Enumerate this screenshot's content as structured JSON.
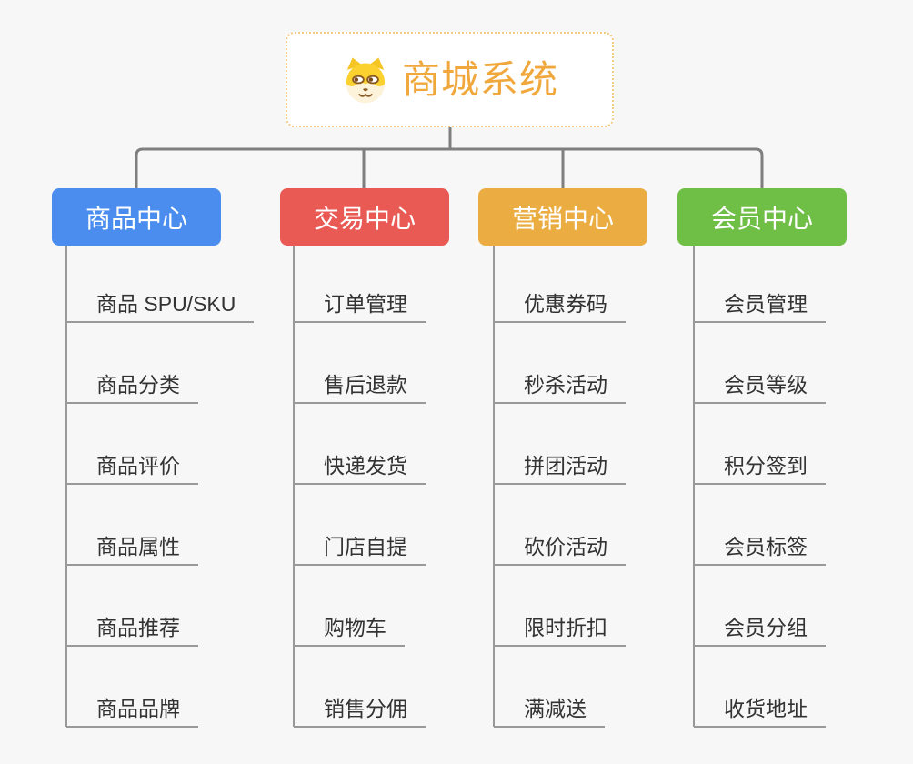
{
  "root": {
    "title": "商城系统",
    "icon": "dog-face-icon"
  },
  "branches": [
    {
      "label": "商品中心",
      "color": "#4A8DEE",
      "items": [
        "商品 SPU/SKU",
        "商品分类",
        "商品评价",
        "商品属性",
        "商品推荐",
        "商品品牌"
      ]
    },
    {
      "label": "交易中心",
      "color": "#EA5A55",
      "items": [
        "订单管理",
        "售后退款",
        "快递发货",
        "门店自提",
        "购物车",
        "销售分佣"
      ]
    },
    {
      "label": "营销中心",
      "color": "#EBAD42",
      "items": [
        "优惠券码",
        "秒杀活动",
        "拼团活动",
        "砍价活动",
        "限时折扣",
        "满减送"
      ]
    },
    {
      "label": "会员中心",
      "color": "#6FBE45",
      "items": [
        "会员管理",
        "会员等级",
        "积分签到",
        "会员标签",
        "会员分组",
        "收货地址"
      ]
    }
  ],
  "colors": {
    "background": "#F7F7F7",
    "connector": "#7F7F7F",
    "leaf_line": "#999999",
    "leaf_text": "#333333",
    "root_text": "#F0A73C",
    "root_border": "#F3CB84",
    "root_background": "#FFFFFF"
  }
}
